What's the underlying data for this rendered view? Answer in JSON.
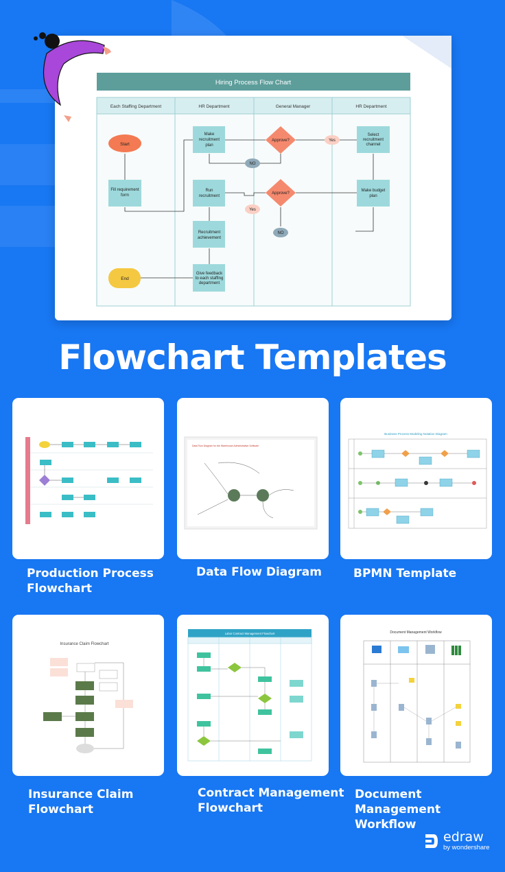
{
  "hero": {
    "diagram_title": "Hiring Process Flow Chart",
    "lanes": [
      "Each Staffing Department",
      "HR Department",
      "General Manager",
      "HR Department"
    ],
    "nodes": {
      "start": "Start",
      "fill_form_1": "Fill requirement",
      "fill_form_2": "form",
      "make_plan_1": "Make",
      "make_plan_2": "recruitment",
      "make_plan_3": "plan",
      "approve_1": "Approve?",
      "approve_2": "Approve?",
      "yes_1": "Yes",
      "yes_2": "Yes",
      "no_1": "NO",
      "no_2": "NO",
      "select_channel_1": "Select",
      "select_channel_2": "recruitment",
      "select_channel_3": "channel",
      "budget_1": "Make budget",
      "budget_2": "plan",
      "run_1": "Run",
      "run_2": "recruitment",
      "achieve_1": "Recruitment",
      "achieve_2": "achievement",
      "feedback_1": "Give feedback",
      "feedback_2": "to each staffing",
      "feedback_3": "department",
      "end": "End"
    }
  },
  "page_title": "Flowchart Templates",
  "templates": [
    {
      "label_1": "Production Process",
      "label_2": "Flowchart"
    },
    {
      "label_1": "Data Flow Diagram",
      "label_2": ""
    },
    {
      "label_1": "BPMN Template",
      "label_2": ""
    },
    {
      "label_1": "Insurance Claim",
      "label_2": "Flowchart"
    },
    {
      "label_1": "Contract Management",
      "label_2": "Flowchart"
    },
    {
      "label_1": "Document Management",
      "label_2": "Workflow"
    }
  ],
  "thumbs": {
    "dfd_title": "Data Flow Diagram for the Warehouse Administrative Software",
    "bpmn_title": "Business Process Modeling Notation Diagram",
    "insurance_title": "Insurance Claim Flowchart",
    "contract_title": "Labor Contract Management Flowchart",
    "docmgmt_title": "Document Management Workflow"
  },
  "logo": {
    "name": "edraw",
    "sub": "by wondershare"
  },
  "colors": {
    "background": "#1877f2",
    "header_bar": "#5d9e9b",
    "node": "#9dd9dc",
    "start": "#f37a52",
    "end": "#f5c842",
    "decision": "#f5896e",
    "yes": "#fbcfc4",
    "no": "#8fa9b8"
  }
}
